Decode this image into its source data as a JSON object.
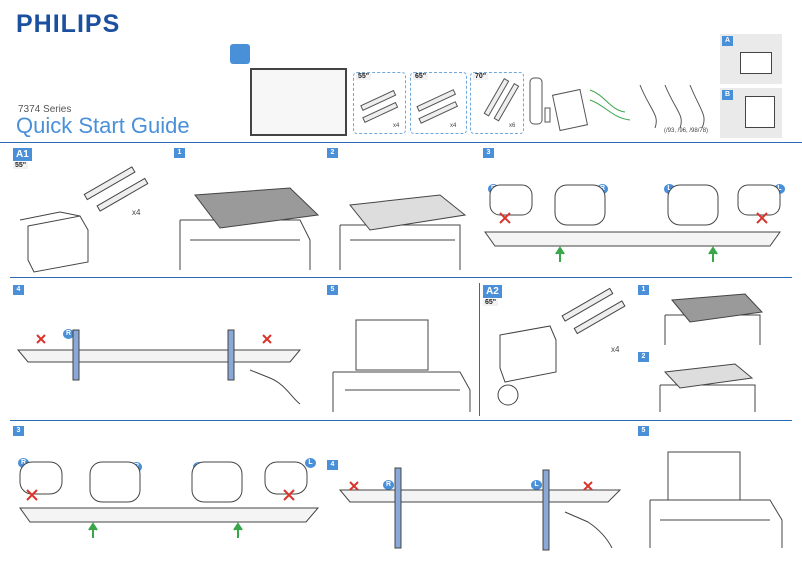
{
  "header": {
    "brand": "PHILIPS",
    "series": "7374 Series",
    "title": "Quick Start Guide"
  },
  "box_contents": {
    "sizes": [
      "55\"",
      "65\"",
      "70\""
    ],
    "screw_counts": [
      "x4",
      "x4",
      "x6"
    ],
    "cable_note": "(/93, /96, /98/78)"
  },
  "options": [
    "A",
    "B"
  ],
  "sections": {
    "a1": {
      "label": "A1",
      "size": "55\"",
      "screw_count": "x4"
    },
    "a2": {
      "label": "A2",
      "size": "65\"",
      "screw_count": "x4"
    }
  },
  "steps": [
    "1",
    "2",
    "3",
    "4",
    "5"
  ],
  "side_markers": {
    "right": "R",
    "left": "L"
  },
  "colors": {
    "accent": "#4a90d9",
    "line": "#2b6cb0",
    "cross": "#d9342b",
    "check": "#3aa64a",
    "brand": "#1b4fa0"
  }
}
